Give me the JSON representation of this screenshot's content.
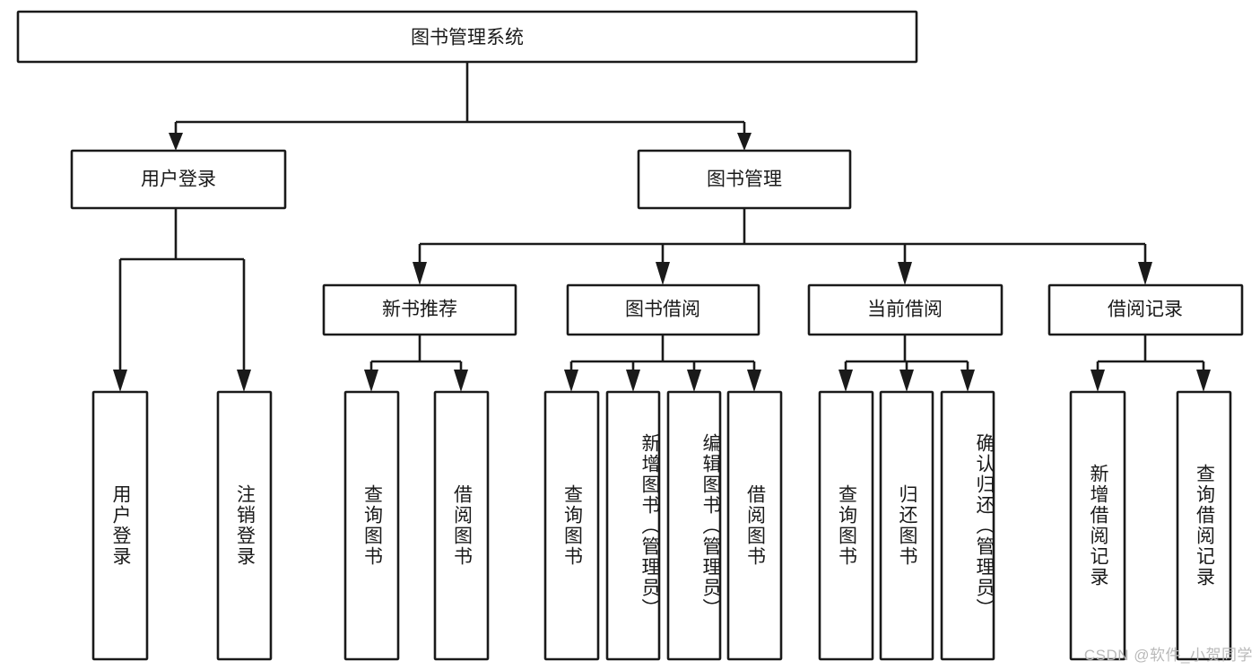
{
  "diagram": {
    "type": "tree-hierarchy-chart",
    "title": "图书管理系统",
    "watermark": "CSDN @软件_小贺同学",
    "colors": {
      "stroke": "#1a1a1a",
      "fill": "#ffffff",
      "background": "#ffffff",
      "watermark": "#b9b9b9"
    },
    "levels": {
      "root": "图书管理系统",
      "level2": [
        "用户登录",
        "图书管理"
      ],
      "level3": [
        "新书推荐",
        "图书借阅",
        "当前借阅",
        "借阅记录"
      ]
    },
    "nodes": {
      "root": {
        "label": "图书管理系统",
        "orientation": "horizontal"
      },
      "user_login": {
        "label": "用户登录",
        "orientation": "horizontal"
      },
      "book_manage": {
        "label": "图书管理",
        "orientation": "horizontal"
      },
      "new_book_rec": {
        "label": "新书推荐",
        "orientation": "horizontal"
      },
      "book_borrow": {
        "label": "图书借阅",
        "orientation": "horizontal"
      },
      "current_borrow": {
        "label": "当前借阅",
        "orientation": "horizontal"
      },
      "borrow_record": {
        "label": "借阅记录",
        "orientation": "horizontal"
      },
      "leaf_user_login": {
        "label": "用户登录",
        "orientation": "vertical"
      },
      "leaf_logout": {
        "label": "注销登录",
        "orientation": "vertical"
      },
      "leaf_rec_query": {
        "label": "查询图书",
        "orientation": "vertical"
      },
      "leaf_rec_borrow": {
        "label": "借阅图书",
        "orientation": "vertical"
      },
      "leaf_bb_query": {
        "label": "查询图书",
        "orientation": "vertical"
      },
      "leaf_bb_add": {
        "label": "新增图书（管理员）",
        "orientation": "vertical"
      },
      "leaf_bb_edit": {
        "label": "编辑图书（管理员）",
        "orientation": "vertical"
      },
      "leaf_bb_borrow": {
        "label": "借阅图书",
        "orientation": "vertical"
      },
      "leaf_cb_query": {
        "label": "查询图书",
        "orientation": "vertical"
      },
      "leaf_cb_return": {
        "label": "归还图书",
        "orientation": "vertical"
      },
      "leaf_cb_confirm": {
        "label": "确认归还（管理员）",
        "orientation": "vertical"
      },
      "leaf_br_add": {
        "label": "新增借阅记录",
        "orientation": "vertical"
      },
      "leaf_br_query": {
        "label": "查询借阅记录",
        "orientation": "vertical"
      }
    },
    "edges": [
      {
        "from": "root",
        "to": "user_login"
      },
      {
        "from": "root",
        "to": "book_manage"
      },
      {
        "from": "user_login",
        "to": "leaf_user_login"
      },
      {
        "from": "user_login",
        "to": "leaf_logout"
      },
      {
        "from": "book_manage",
        "to": "new_book_rec"
      },
      {
        "from": "book_manage",
        "to": "book_borrow"
      },
      {
        "from": "book_manage",
        "to": "current_borrow"
      },
      {
        "from": "book_manage",
        "to": "borrow_record"
      },
      {
        "from": "new_book_rec",
        "to": "leaf_rec_query"
      },
      {
        "from": "new_book_rec",
        "to": "leaf_rec_borrow"
      },
      {
        "from": "book_borrow",
        "to": "leaf_bb_query"
      },
      {
        "from": "book_borrow",
        "to": "leaf_bb_add"
      },
      {
        "from": "book_borrow",
        "to": "leaf_bb_edit"
      },
      {
        "from": "book_borrow",
        "to": "leaf_bb_borrow"
      },
      {
        "from": "current_borrow",
        "to": "leaf_cb_query"
      },
      {
        "from": "current_borrow",
        "to": "leaf_cb_return"
      },
      {
        "from": "current_borrow",
        "to": "leaf_cb_confirm"
      },
      {
        "from": "borrow_record",
        "to": "leaf_br_add"
      },
      {
        "from": "borrow_record",
        "to": "leaf_br_query"
      }
    ]
  }
}
